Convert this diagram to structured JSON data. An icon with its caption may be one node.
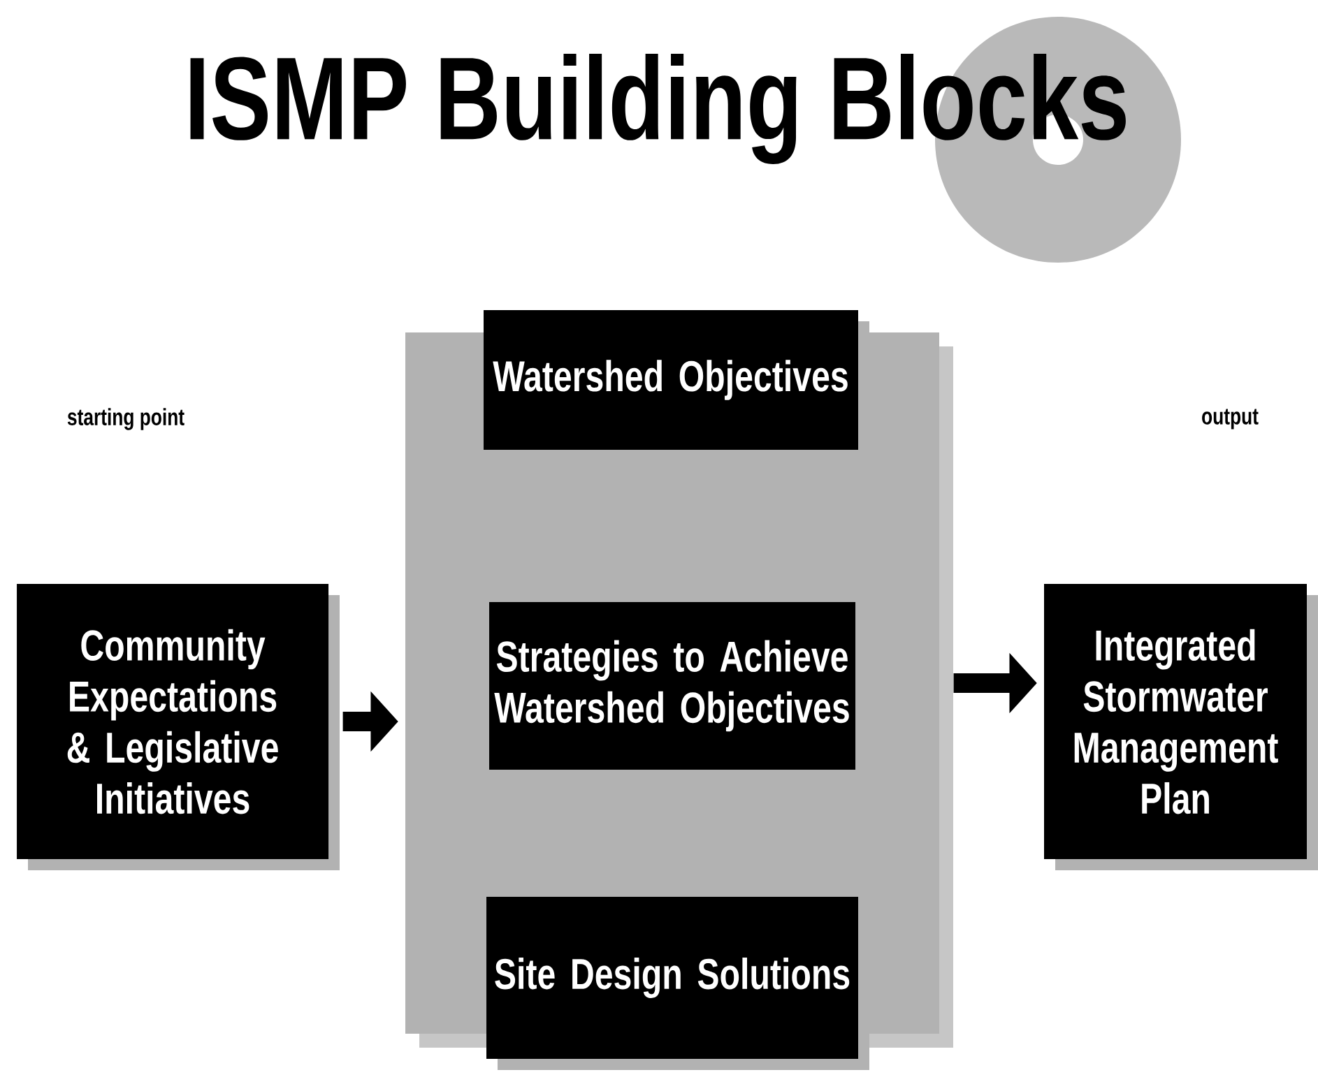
{
  "diagram": {
    "title": "ISMP Building Blocks",
    "nodes": [
      {
        "text": [
          "Community Expectations & Legislative Initiatives"
        ]
      },
      {
        "text": [],
        "shape": "box"
      },
      {
        "text": [
          "Watershed Objectives"
        ]
      },
      {
        "text": [
          "Strategies to Achieve Watershed Objectives"
        ],
        "in": 1
      },
      {
        "text": [
          "Site Design Solutions"
        ]
      },
      {
        "text": [
          "Integrated Stormwater Management Plan"
        ]
      }
    ],
    "labels": [
      "starting point",
      "output"
    ],
    "edges": [
      {
        "from": 0,
        "to": 1,
        "arrow": "to"
      },
      {
        "from": 1,
        "to": 5,
        "arrow": "to"
      }
    ]
  }
}
